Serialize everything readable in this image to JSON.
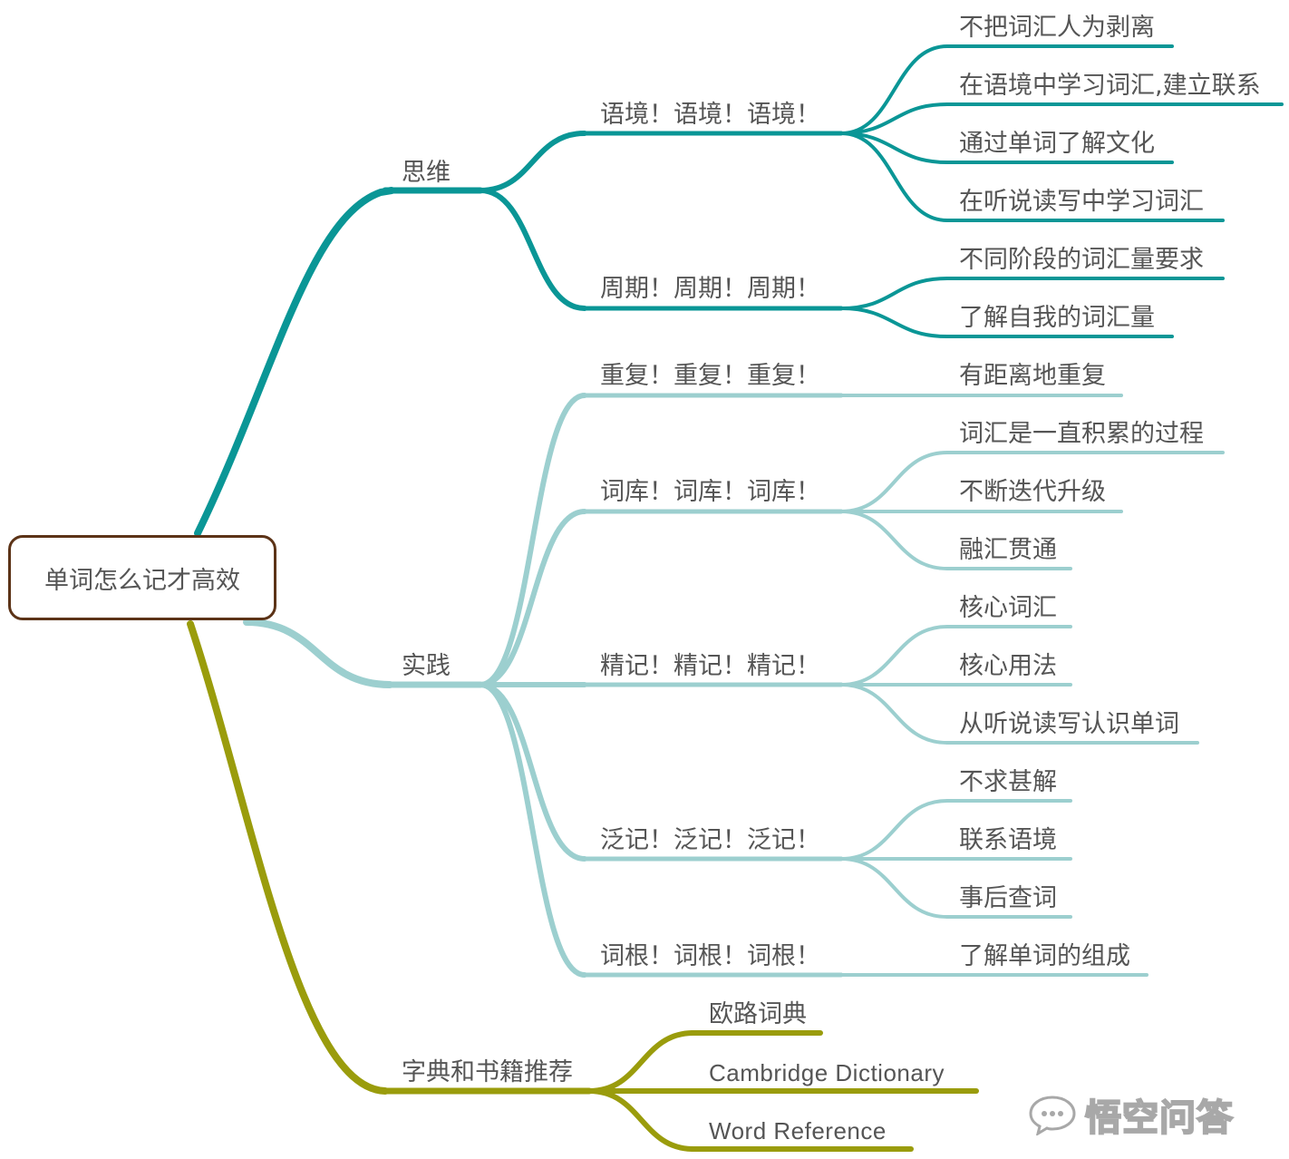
{
  "mindmap": {
    "root": "单词怎么记才高效",
    "colors": {
      "teal": "#0a9696",
      "light_teal": "#9ccfcf",
      "olive": "#9a9c0c",
      "root_border": "#5c3317",
      "text": "#555555"
    },
    "branches": [
      {
        "label": "思维",
        "children": [
          {
            "label": "语境！语境！语境！",
            "children": [
              "不把词汇人为剥离",
              "在语境中学习词汇,建立联系",
              "通过单词了解文化",
              "在听说读写中学习词汇"
            ]
          },
          {
            "label": "周期！周期！周期！",
            "children": [
              "不同阶段的词汇量要求",
              "了解自我的词汇量"
            ]
          }
        ]
      },
      {
        "label": "实践",
        "children": [
          {
            "label": "重复！重复！重复！",
            "children": [
              "有距离地重复"
            ]
          },
          {
            "label": "词库！词库！词库！",
            "children": [
              "词汇是一直积累的过程",
              "不断迭代升级",
              "融汇贯通"
            ]
          },
          {
            "label": "精记！精记！精记！",
            "children": [
              "核心词汇",
              "核心用法",
              "从听说读写认识单词"
            ]
          },
          {
            "label": "泛记！泛记！泛记！",
            "children": [
              "不求甚解",
              "联系语境",
              "事后查词"
            ]
          },
          {
            "label": "词根！词根！词根！",
            "children": [
              "了解单词的组成"
            ]
          }
        ]
      },
      {
        "label": "字典和书籍推荐",
        "children": [
          "欧路词典",
          "Cambridge Dictionary",
          "Word Reference"
        ]
      }
    ]
  },
  "watermark": {
    "text": "悟空问答",
    "icon": "chat-bubble-logo-icon"
  }
}
